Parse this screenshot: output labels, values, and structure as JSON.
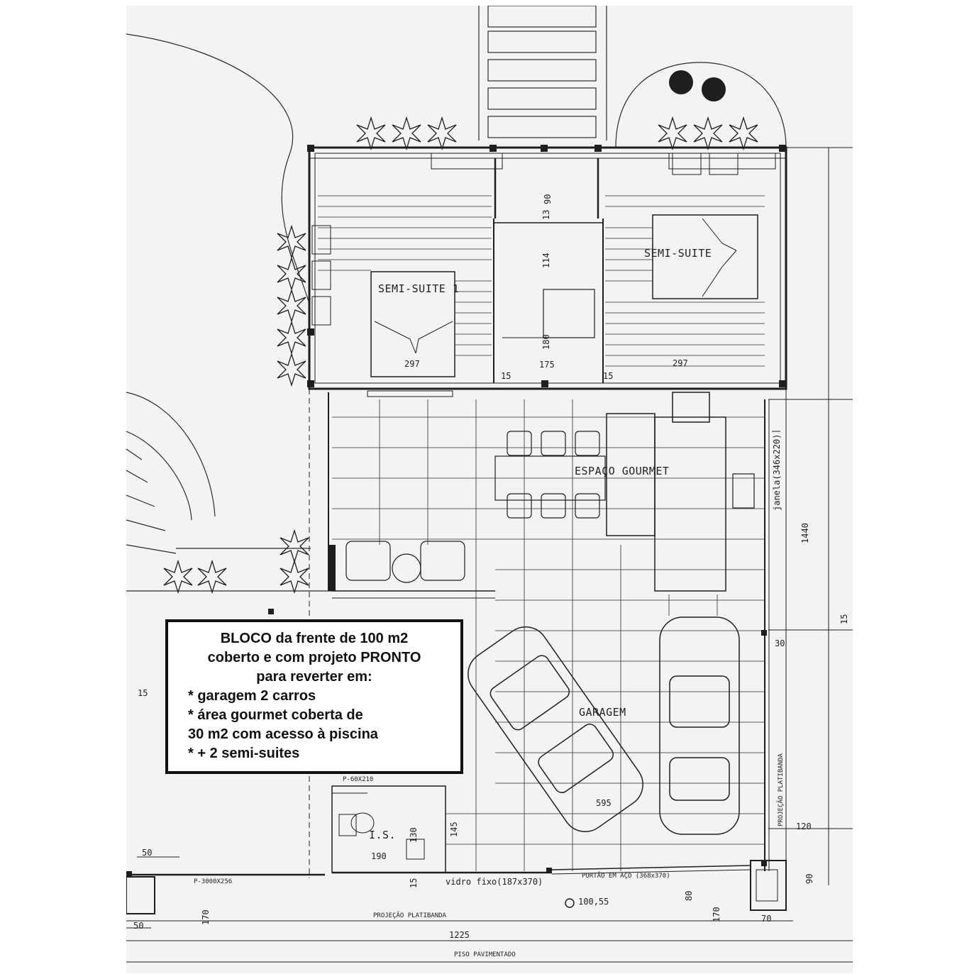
{
  "rooms": {
    "suite_left": "SEMI-SUITE 1",
    "suite_right": "SEMI-SUITE",
    "gourmet": "ESPAÇO GOURMET",
    "garage": "GARAGEM",
    "toilet": "I.S."
  },
  "dimensions": {
    "d297a": "297",
    "d175": "175",
    "d297b": "297",
    "d15a": "15",
    "d15b": "15",
    "d90": "90",
    "d114": "114",
    "d180": "180",
    "d13": "13",
    "d1440": "1440",
    "d15c": "15",
    "d30": "30",
    "d595": "595",
    "d120": "120",
    "d90b": "90",
    "d70": "70",
    "d1225": "1225",
    "d50a": "50",
    "d50b": "50",
    "d15d": "15",
    "d190": "190",
    "d145": "145",
    "d130": "130",
    "d15e": "15",
    "d170a": "170",
    "d170b": "170",
    "d80": "80",
    "level": "100,55"
  },
  "annotations": {
    "window": "janela(346x220)",
    "fixed_glass": "vidro fixo(187x370)",
    "gate": "PORTÃO EM AÇO (368x370)",
    "parapet_bottom": "PROJEÇÃO PLATIBANDA",
    "parapet_right": "PROJEÇÃO PLATIBANDA",
    "paved_floor": "PISO PAVIMENTADO",
    "p_label": "P-3000X256",
    "tag_bath": "P-60X210"
  },
  "infobox": {
    "line1": "BLOCO da frente de 100 m2",
    "line2": "coberto e com projeto PRONTO",
    "line3": "para reverter em:",
    "bullet1": "* garagem 2 carros",
    "bullet2": "* área gourmet coberta de",
    "bullet3": "30 m2 com acesso à piscina",
    "bullet4": "* + 2 semi-suites"
  },
  "colors": {
    "line": "#2a2a2a",
    "sheet": "#f3f3f3",
    "box_border": "#111111"
  }
}
